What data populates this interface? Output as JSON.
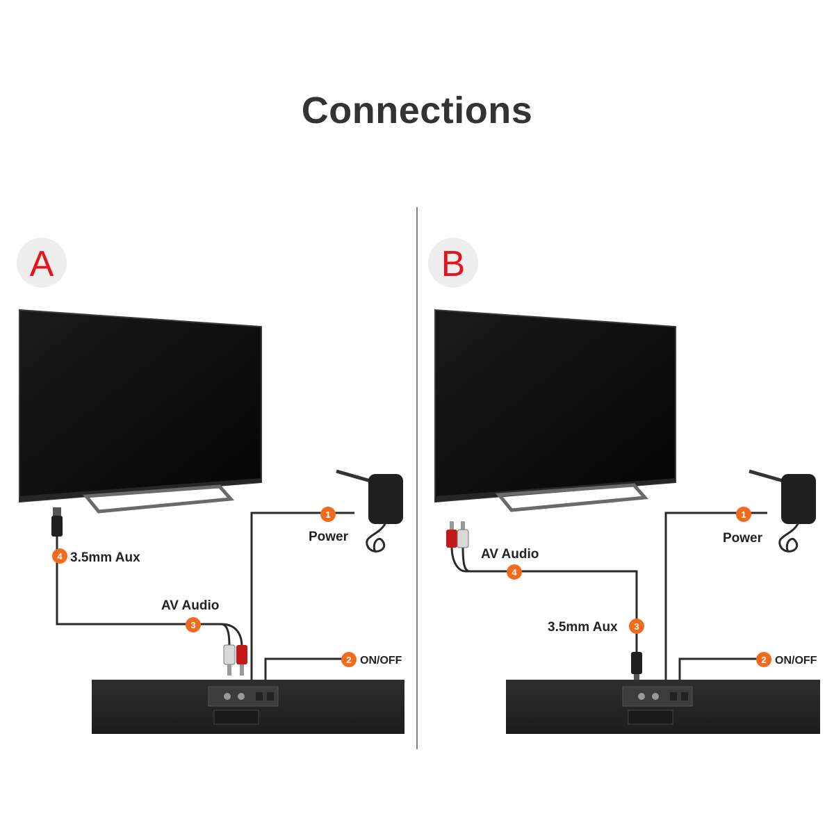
{
  "title": "Connections",
  "colors": {
    "badge": "#f26b1d",
    "letter": "#e8121b",
    "letter_bg": "#eeeeee",
    "cable": "#2a2a2a",
    "tv_screen": "#0c0c0c",
    "soundbar": "#262626"
  },
  "panel_a": {
    "letter": "A",
    "connections": [
      {
        "number": "1",
        "label": "Power"
      },
      {
        "number": "2",
        "label": "ON/OFF"
      },
      {
        "number": "3",
        "label": "AV Audio"
      },
      {
        "number": "4",
        "label": "3.5mm Aux"
      }
    ]
  },
  "panel_b": {
    "letter": "B",
    "connections": [
      {
        "number": "1",
        "label": "Power"
      },
      {
        "number": "2",
        "label": "ON/OFF"
      },
      {
        "number": "3",
        "label": "3.5mm Aux"
      },
      {
        "number": "4",
        "label": "AV Audio"
      }
    ]
  }
}
